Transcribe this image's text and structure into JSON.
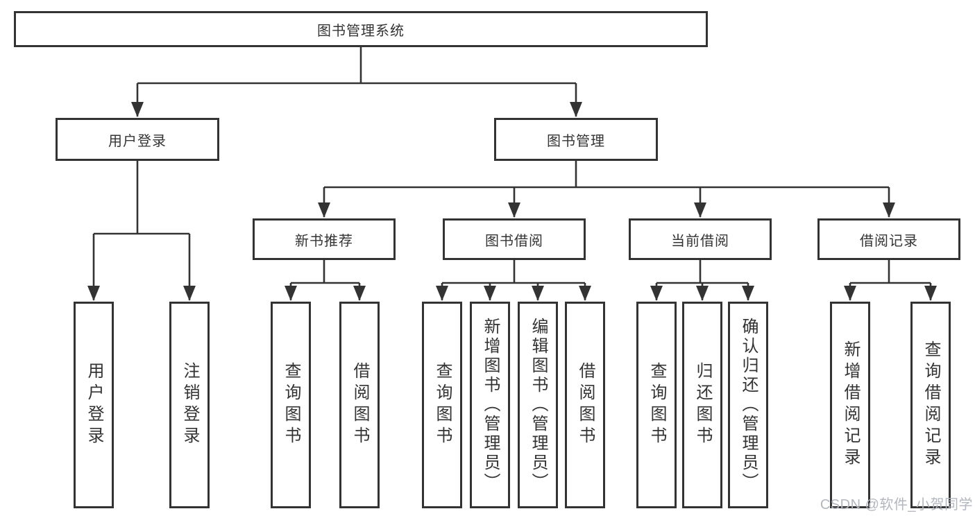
{
  "diagram": {
    "root": "图书管理系统",
    "branches": [
      {
        "label": "用户登录",
        "children": [
          "用户登录",
          "注销登录"
        ]
      },
      {
        "label": "图书管理",
        "groups": [
          {
            "label": "新书推荐",
            "children": [
              "查询图书",
              "借阅图书"
            ]
          },
          {
            "label": "图书借阅",
            "children": [
              "查询图书",
              "新增图书（管理员）",
              "编辑图书（管理员）",
              "借阅图书"
            ]
          },
          {
            "label": "当前借阅",
            "children": [
              "查询图书",
              "归还图书",
              "确认归还（管理员）"
            ]
          },
          {
            "label": "借阅记录",
            "children": [
              "新增借阅记录",
              "查询借阅记录"
            ]
          }
        ]
      }
    ]
  },
  "watermark": "CSDN @软件_小贺同学",
  "colors": {
    "line": "#333333",
    "box_border": "#333333",
    "box_background": "#ffffff",
    "text": "#333333",
    "watermark": "#b2b7bf"
  }
}
